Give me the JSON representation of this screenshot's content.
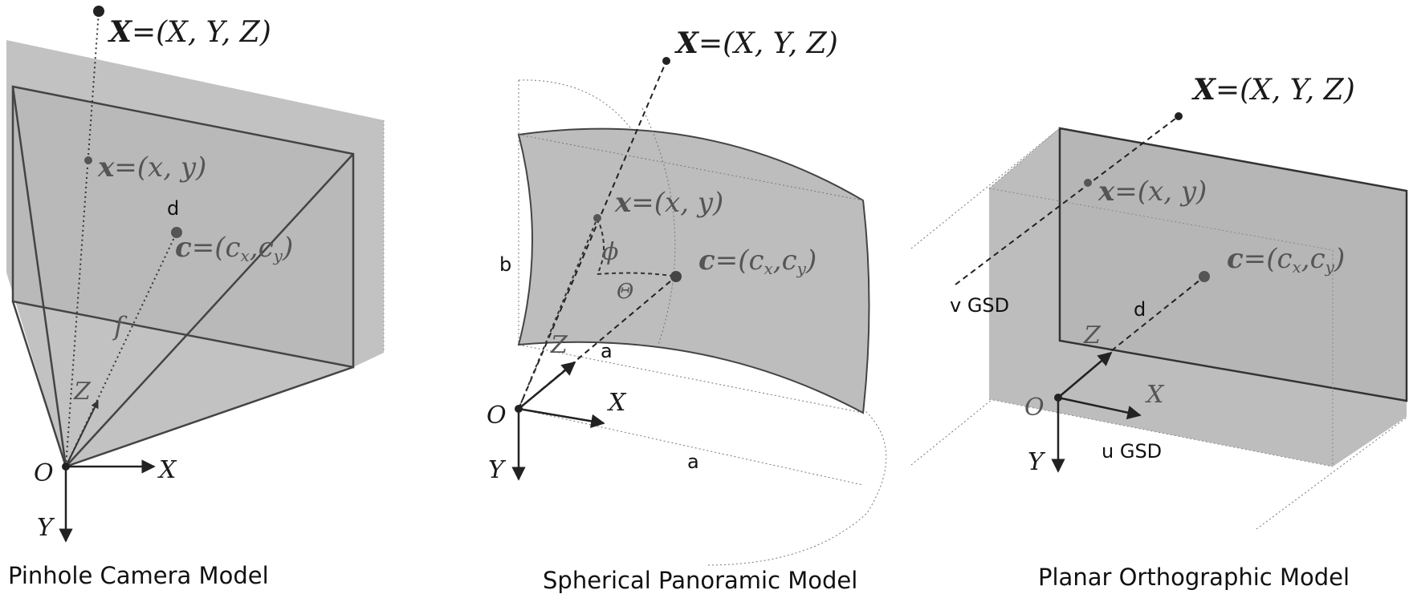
{
  "panels": {
    "pinhole": {
      "caption": "Pinhole Camera Model",
      "world_point": "X=(X, Y, Z)",
      "world_point_bold": "X",
      "world_point_rest": "=(X, Y, Z)",
      "image_point_bold": "x",
      "image_point_rest": "=(x, y)",
      "principal_bold": "c",
      "principal_rest_1": "=(c",
      "principal_sub_x": "x",
      "principal_rest_2": ",c",
      "principal_sub_y": "y",
      "principal_rest_3": ")",
      "distance_label": "d",
      "focal_label": "f",
      "axis_z": "Z",
      "axis_x": "X",
      "axis_y": "Y",
      "origin": "O"
    },
    "spherical": {
      "caption": "Spherical Panoramic Model",
      "world_point_bold": "X",
      "world_point_rest": "=(X, Y, Z)",
      "image_point_bold": "x",
      "image_point_rest": "=(x, y)",
      "principal_bold": "c",
      "principal_rest_1": "=(c",
      "principal_sub_x": "x",
      "principal_rest_2": ",c",
      "principal_sub_y": "y",
      "principal_rest_3": ")",
      "phi": "ϕ",
      "theta": "Θ",
      "b_label": "b",
      "a_label_inner": "a",
      "a_label_outer": "a",
      "axis_z": "Z",
      "axis_x": "X",
      "axis_y": "Y",
      "origin": "O"
    },
    "orthographic": {
      "caption": "Planar Orthographic Model",
      "world_point_bold": "X",
      "world_point_rest": "=(X, Y, Z)",
      "image_point_bold": "x",
      "image_point_rest": "=(x, y)",
      "principal_bold": "c",
      "principal_rest_1": "=(c",
      "principal_sub_x": "x",
      "principal_rest_2": ",c",
      "principal_sub_y": "y",
      "principal_rest_3": ")",
      "v_gsd": "v GSD",
      "u_gsd": "u GSD",
      "distance_label": "d",
      "axis_z": "Z",
      "axis_x": "X",
      "axis_y": "Y",
      "origin": "O"
    }
  },
  "colors": {
    "plane_fill": "#bdbdbd",
    "edge": "#444444",
    "dotted": "#666666"
  }
}
